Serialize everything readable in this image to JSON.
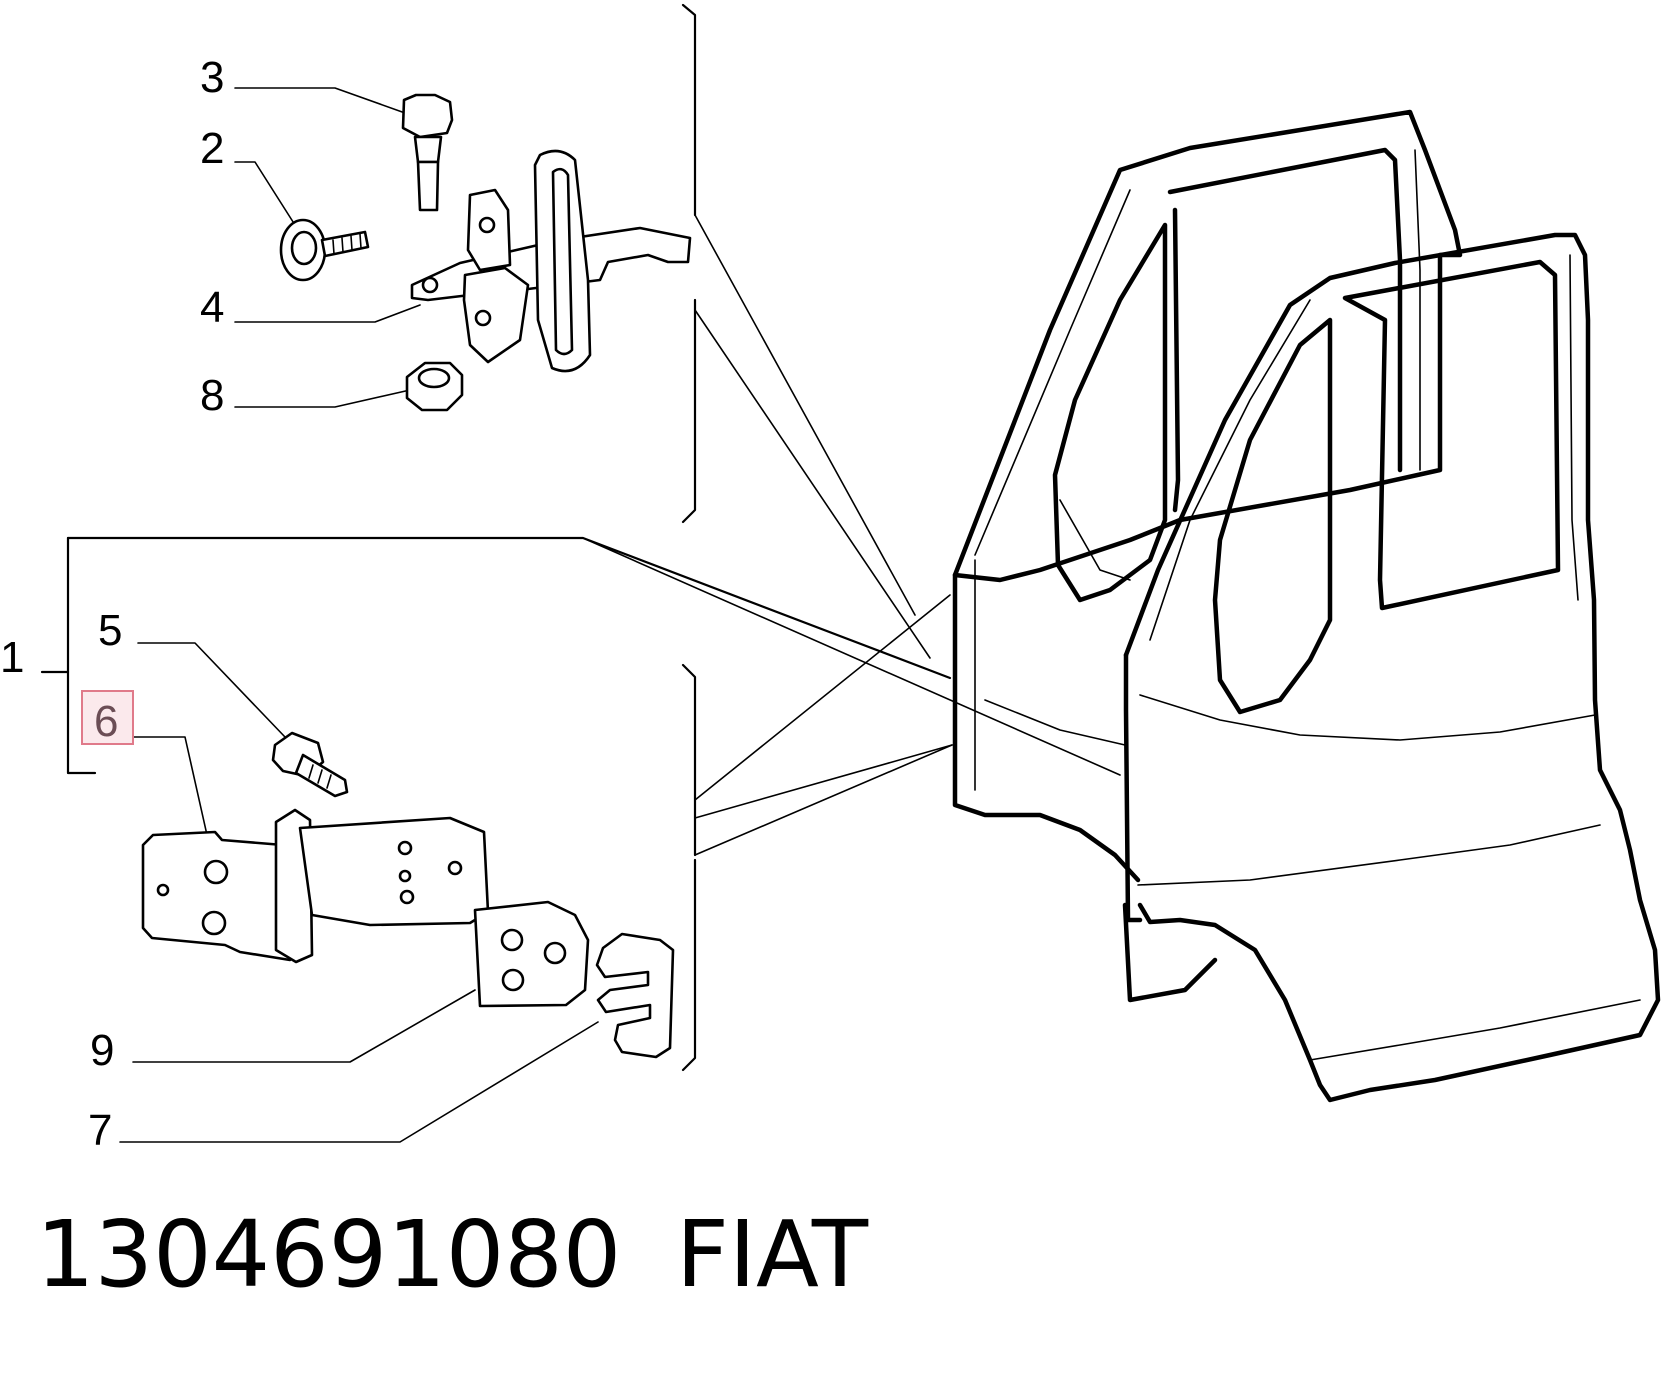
{
  "callouts": {
    "c1": "1",
    "c2": "2",
    "c3": "3",
    "c4": "4",
    "c5": "5",
    "c6": "6",
    "c7": "7",
    "c8": "8",
    "c9": "9"
  },
  "highlighted_callout": "6",
  "colors": {
    "highlight_fill": "#fbe9ec",
    "highlight_border": "#e07a8a"
  },
  "footer": {
    "part_number": "1304691080",
    "brand": "FIAT"
  }
}
